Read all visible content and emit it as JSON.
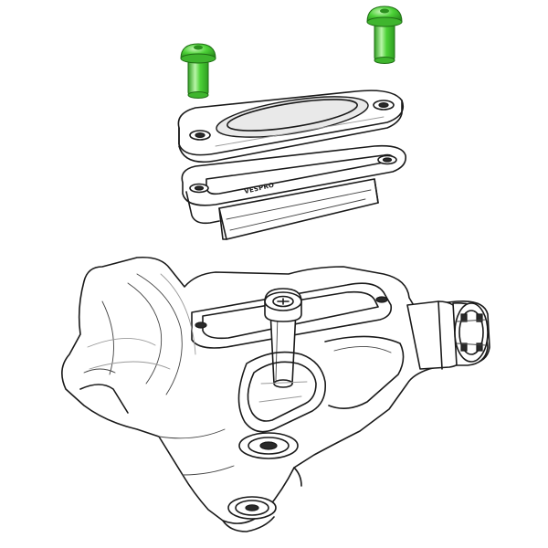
{
  "diagram": {
    "cover_marking": "VESPRO",
    "colors": {
      "background": "#ffffff",
      "outline": "#1a1a1a",
      "hidden_line": "#9a9a9a",
      "screw_fill": "#4cd137",
      "screw_shade": "#2f9e21",
      "screw_highlight": "#b9f5a8"
    },
    "parts": [
      {
        "icon": "screw-icon",
        "color": "green"
      },
      {
        "icon": "screw-icon",
        "color": "green"
      },
      {
        "icon": "reservoir-cap-icon"
      },
      {
        "icon": "reservoir-diaphragm-icon"
      },
      {
        "icon": "brake-lever-body-icon"
      }
    ]
  }
}
